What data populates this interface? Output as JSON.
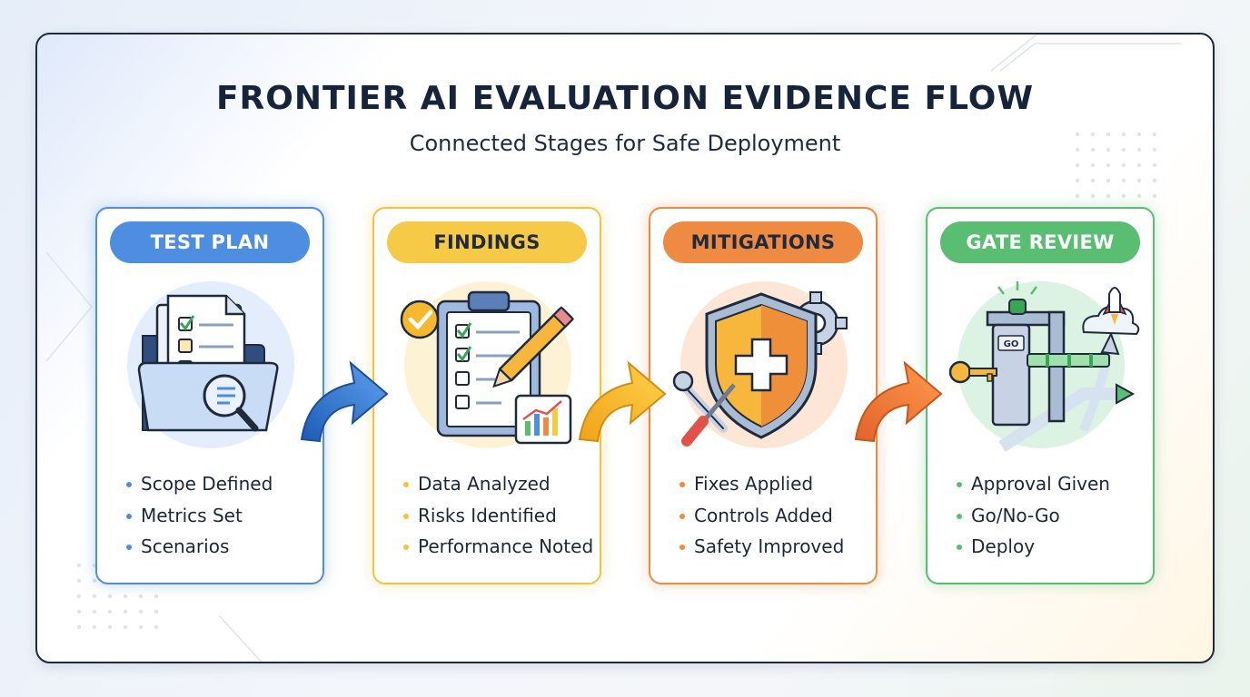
{
  "title": "FRONTIER AI EVALUATION EVIDENCE FLOW",
  "subtitle": "Connected Stages for Safe Deployment",
  "colors": {
    "blue": "#4d8ee0",
    "yellow": "#f2c340",
    "orange": "#ef8a43",
    "green": "#59be72",
    "title": "#16243b"
  },
  "stages": [
    {
      "label": "TEST PLAN",
      "icon": "folder-checklist-magnifier-icon",
      "bullets": [
        "Scope Defined",
        "Metrics Set",
        "Scenarios"
      ]
    },
    {
      "label": "FINDINGS",
      "icon": "clipboard-checklist-chart-icon",
      "bullets": [
        "Data Analyzed",
        "Risks Identified",
        "Performance Noted"
      ]
    },
    {
      "label": "MITIGATIONS",
      "icon": "shield-gear-tools-icon",
      "bullets": [
        "Fixes Applied",
        "Controls Added",
        "Safety Improved"
      ]
    },
    {
      "label": "GATE REVIEW",
      "icon": "gate-key-rocket-icon",
      "gate_label": "GO",
      "bullets": [
        "Approval Given",
        "Go/No-Go",
        "Deploy"
      ]
    }
  ]
}
